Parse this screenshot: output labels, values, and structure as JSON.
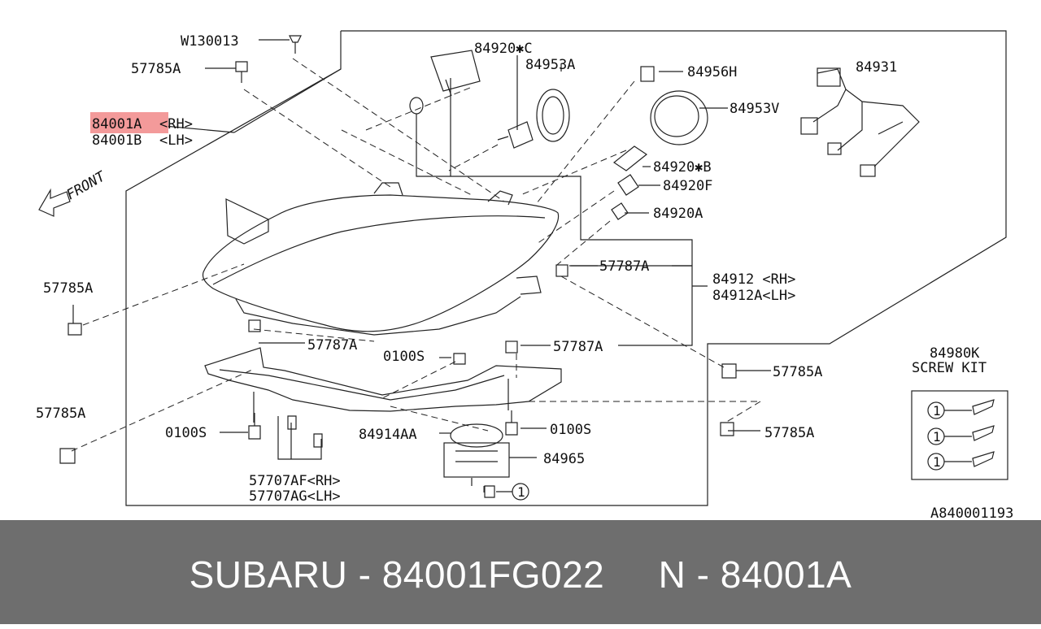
{
  "diagram": {
    "highlight_color": "#f39a9a",
    "labels": {
      "w130013": "W130013",
      "l57785a_top": "57785A",
      "l84001a": "84001A",
      "rh_a": "<RH>",
      "l84001b": "84001B",
      "lh_b": "<LH>",
      "front": "FRONT",
      "l84920c": "84920✱C",
      "l84953a": "84953A",
      "l84956h": "84956H",
      "l84931": "84931",
      "l84953v": "84953V",
      "l84920b": "84920✱B",
      "l84920f": "84920F",
      "l84920a": "84920A",
      "l57787a_right": "57787A",
      "l84912": "84912  <RH>",
      "l84912a": "84912A<LH>",
      "l57785a_left": "57785A",
      "l57787a_mid": "57787A",
      "l0100s_top": "0100S",
      "l57787a_mid2": "57787A",
      "l57785a_r1": "57785A",
      "l84980k": "84980K",
      "screw_kit": "SCREW KIT",
      "l57785a_bl": "57785A",
      "l0100s_left": "0100S",
      "l84914aa": "84914AA",
      "l0100s_right": "0100S",
      "l57785a_r2": "57785A",
      "l84965": "84965",
      "l57707af": "57707AF<RH>",
      "l57707ag": "57707AG<LH>",
      "circle_one": "1",
      "ref_code": "A840001193"
    }
  },
  "footer": {
    "text": "SUBARU - 84001FG022     N - 84001A"
  }
}
